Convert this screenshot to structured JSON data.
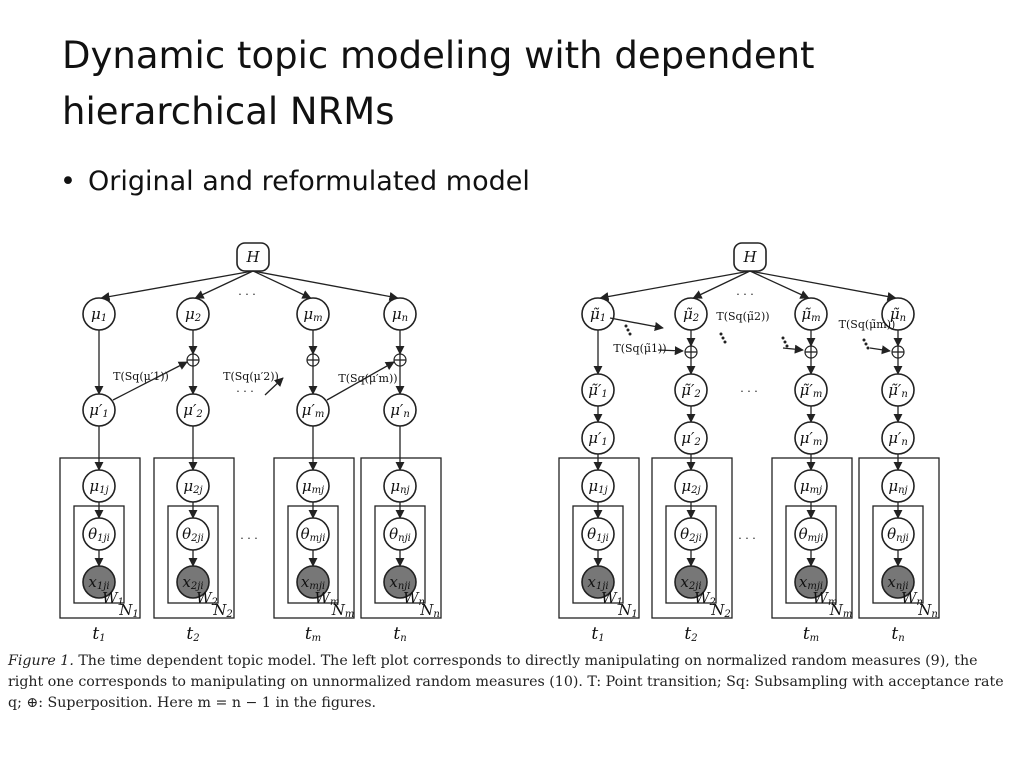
{
  "slide": {
    "title": "Dynamic topic modeling with dependent hierarchical NRMs",
    "bullet": "Original and reformulated model"
  },
  "figure": {
    "caption_label": "Figure 1.",
    "caption_text": "The time dependent topic model. The left plot corresponds to directly manipulating on normalized random measures (9), the right one corresponds to manipulating on unnormalized random measures (10). T: Point transition; Sq: Subsampling with acceptance rate q; ⊕: Superposition. Here m = n − 1 in the figures.",
    "root": "H",
    "ellipsis": "· · ·",
    "left": {
      "top_nodes": [
        "μ1",
        "μ2",
        "μm",
        "μn"
      ],
      "mid_nodes": [
        "μ′1",
        "μ′2",
        "μ′m",
        "μ′n"
      ],
      "transitions": [
        "T(Sq(μ′1))",
        "T(Sq(μ′2))",
        "T(Sq(μ′m))"
      ]
    },
    "right": {
      "top_nodes": [
        "μ̃1",
        "μ̃2",
        "μ̃m",
        "μ̃n"
      ],
      "mid_nodes": [
        "μ̃′1",
        "μ̃′2",
        "μ̃′m",
        "μ̃′n"
      ],
      "norm_nodes": [
        "μ′1",
        "μ′2",
        "μ′m",
        "μ′n"
      ],
      "transitions": [
        "T(Sq(μ̃1))",
        "T(Sq(μ̃2))",
        "T(Sq(μ̃m))"
      ]
    },
    "doc_nodes": [
      "μ1j",
      "μ2j",
      "μmj",
      "μnj"
    ],
    "theta_nodes": [
      "θ1ji",
      "θ2ji",
      "θmji",
      "θnji"
    ],
    "word_nodes": [
      "x1ji",
      "x2ji",
      "xmji",
      "xnji"
    ],
    "inner_plates": [
      "W1",
      "W2",
      "Wm",
      "Wn"
    ],
    "outer_plates": [
      "N1",
      "N2",
      "Nm",
      "Nn"
    ],
    "time_labels": [
      "t1",
      "t2",
      "tm",
      "tn"
    ]
  }
}
